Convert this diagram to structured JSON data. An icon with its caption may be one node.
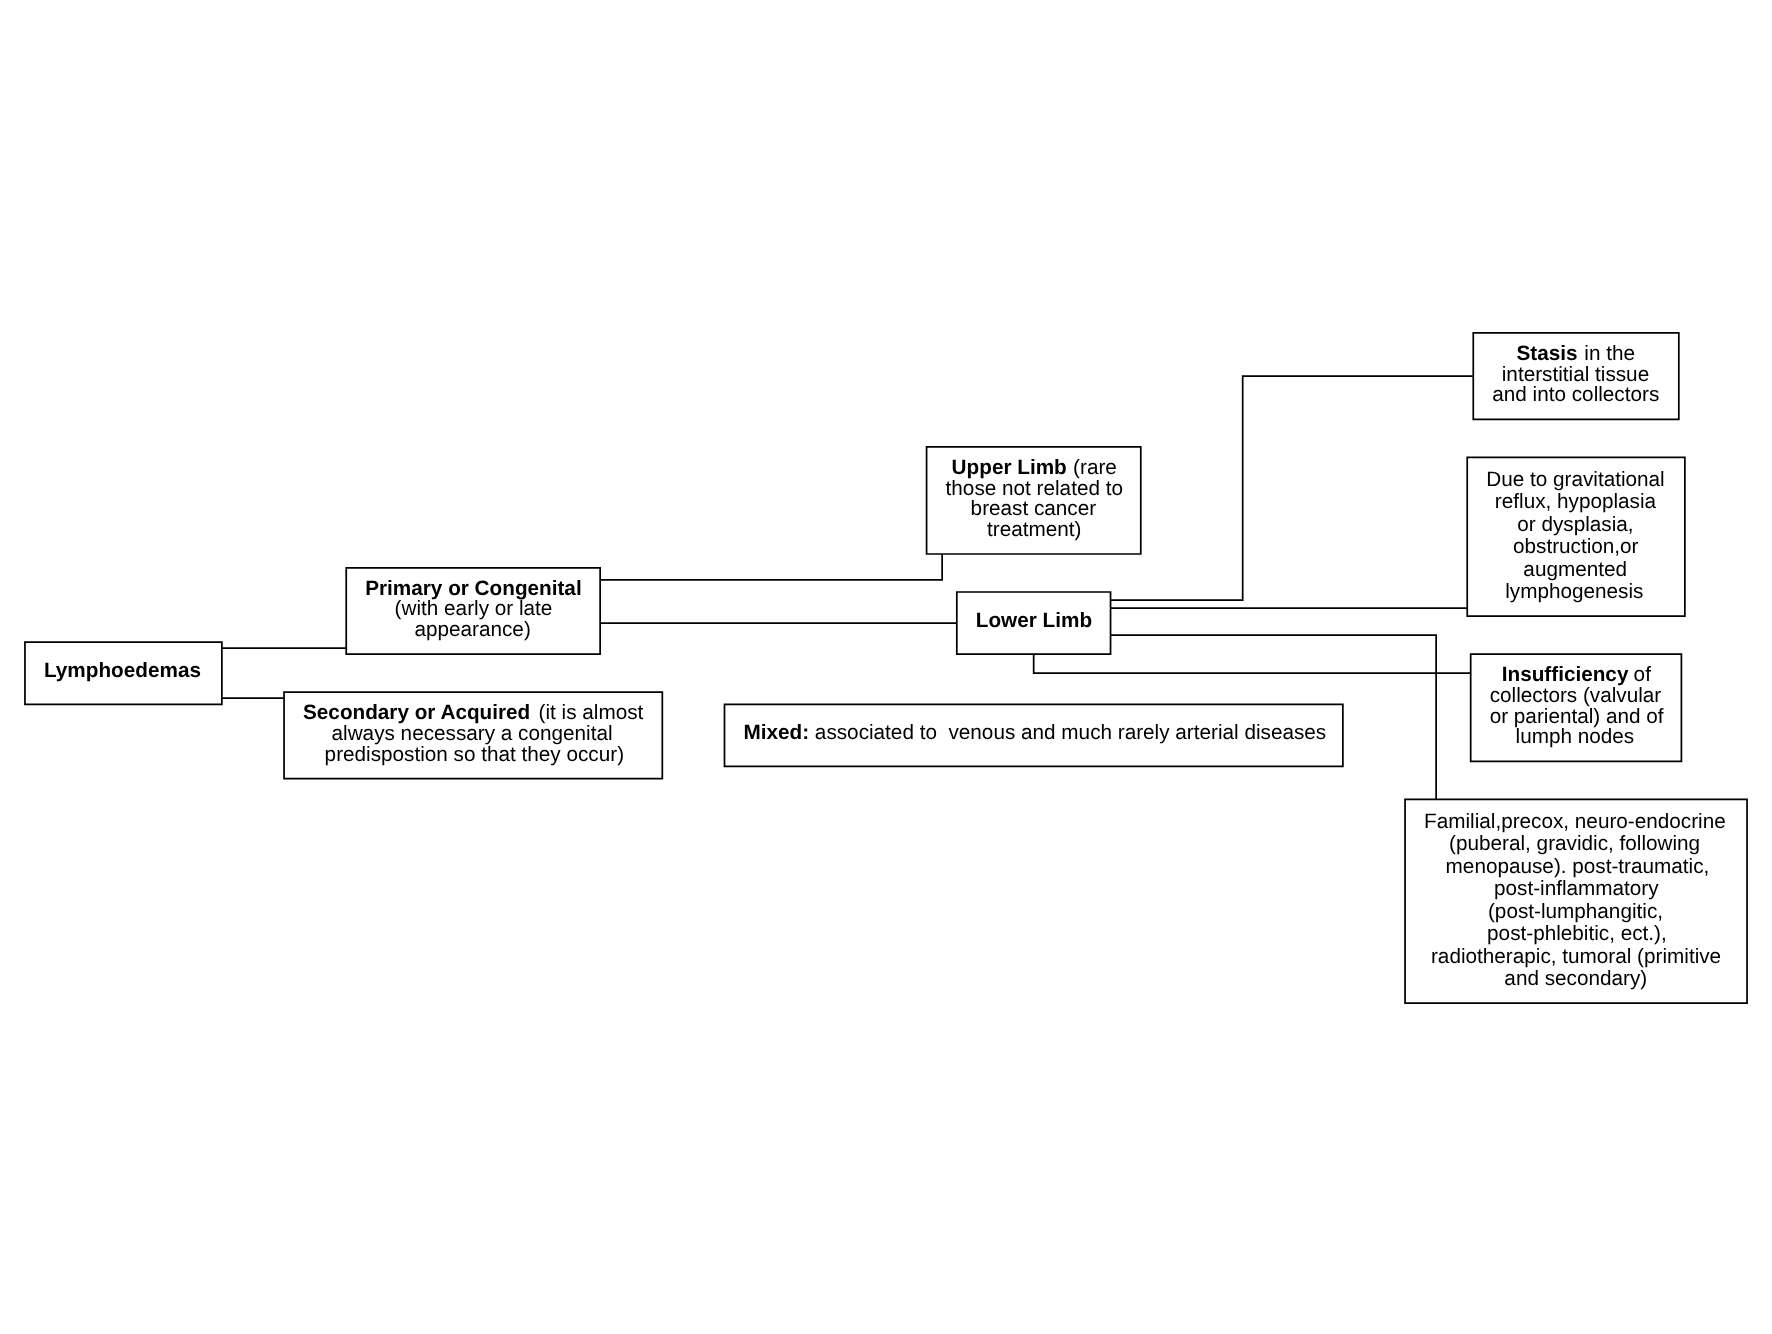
{
  "diagram": {
    "nodes": [
      {
        "text": [
          "**Upper Limb** (rare those not related to breast cancer treatment)"
        ]
      },
      {
        "text": [
          "**Primary or Congenital** (with early or late appearance)"
        ]
      },
      {
        "text": [
          "**Stasis** in the interstitial tissue and into collectors"
        ]
      },
      {
        "text": [
          "Due to gravitational reflux, hypoplasia or dysplasia, obstruction,or augmented lymphogenesis"
        ]
      },
      {
        "text": [
          "**Lower Limb**"
        ]
      },
      {
        "text": [
          "**Lymphoedemas**"
        ]
      },
      {
        "text": [
          "**Insufficiency** of collectors (valvular or pariental) and of lumph nodes"
        ]
      },
      {
        "text": [
          "Familial,precox, neuro-endocrine (puberal, gravidic, following menopause). post-traumatic, post-inflammatory (post-lumphangitic, post-phlebitic, ect.), radiotherapic, tumoral (primitive and secondary)"
        ]
      },
      {
        "text": [
          "**Secondary or Acquired** (it is almost always necessary a congenital predispostion so that they occur)"
        ]
      },
      {
        "text": [
          "**Mixed:** associated to  venous and much rarely arterial diseases"
        ]
      }
    ],
    "edges": [
      {
        "from": 5,
        "to": 1,
        "arrow": "none"
      },
      {
        "from": 5,
        "to": 8,
        "arrow": "none"
      },
      {
        "from": 1,
        "to": 0,
        "arrow": "none"
      },
      {
        "from": 1,
        "to": 4,
        "arrow": "none"
      },
      {
        "from": 4,
        "to": 2,
        "arrow": "none"
      },
      {
        "from": 4,
        "to": 3,
        "arrow": "none"
      },
      {
        "from": 4,
        "to": 6,
        "arrow": "none"
      },
      {
        "from": 4,
        "to": 7,
        "arrow": "none"
      }
    ]
  }
}
